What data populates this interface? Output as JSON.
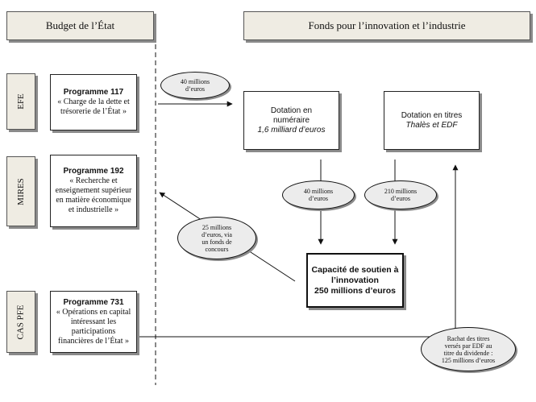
{
  "headers": {
    "left": "Budget de l’État",
    "right": "Fonds pour l’innovation et l’industrie"
  },
  "missions": [
    {
      "code": "EFE"
    },
    {
      "code": "MIRES"
    },
    {
      "code": "CAS PFE"
    }
  ],
  "programmes": [
    {
      "title": "Programme 117",
      "desc": "« Charge de la dette et trésorerie de l’État »"
    },
    {
      "title": "Programme 192",
      "desc": "« Recherche et enseignement supérieur en matière économique et industrielle »"
    },
    {
      "title": "Programme 731",
      "desc": "« Opérations en capital intéressant les participations financières de l’État »"
    }
  ],
  "fund_boxes": {
    "dotation_numeraire": {
      "line1": "Dotation en",
      "line2": "numéraire",
      "line3": "1,6 milliard d’euros"
    },
    "dotation_titres": {
      "line1": "Dotation en titres",
      "line2": "Thalès et EDF"
    },
    "capacite": {
      "line1": "Capacité de soutien à",
      "line2": "l’innovation",
      "line3": "250 millions d’euros"
    }
  },
  "flows": {
    "p117_to_fund": {
      "line1": "40 millions",
      "line2": "d’euros"
    },
    "numeraire_to_capacite": {
      "line1": "40 millions",
      "line2": "d’euros"
    },
    "titres_to_capacite": {
      "line1": "210 millions",
      "line2": "d’euros"
    },
    "capacite_to_p192": {
      "line1": "25 millions",
      "line2": "d’euros, via",
      "line3": "un fonds de",
      "line4": "concours"
    },
    "p731_rachat": {
      "line1": "Rachat des titres",
      "line2": "versés par EDF au",
      "line3": "titre du dividende :",
      "line4": "125 millions d’euros"
    }
  }
}
